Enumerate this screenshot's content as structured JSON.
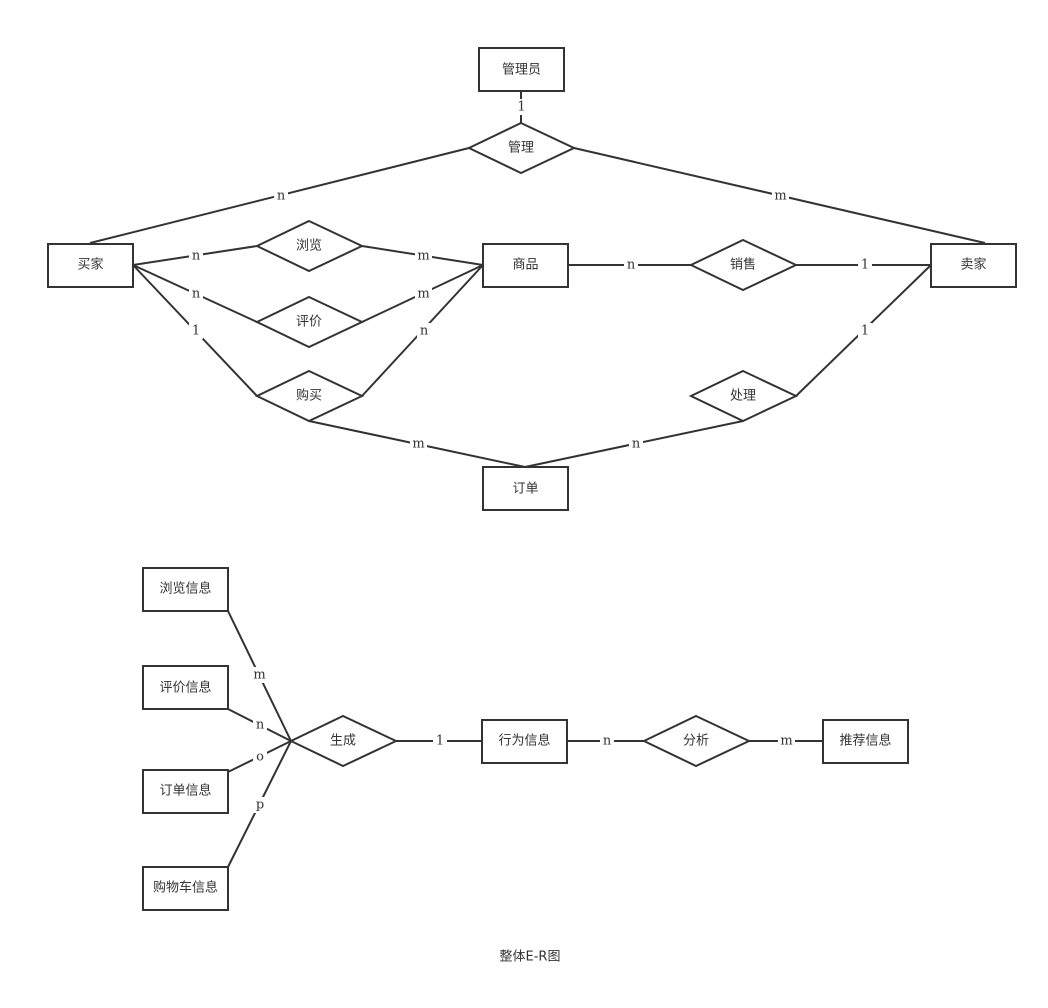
{
  "caption": "整体E-R图",
  "entities": {
    "admin": "管理员",
    "buyer": "买家",
    "product": "商品",
    "seller": "卖家",
    "order": "订单",
    "browse_info": "浏览信息",
    "review_info": "评价信息",
    "order_info": "订单信息",
    "cart_info": "购物车信息",
    "behavior_info": "行为信息",
    "recommend_info": "推荐信息"
  },
  "relationships": {
    "manage": "管理",
    "browse": "浏览",
    "review": "评价",
    "purchase": "购买",
    "sell": "销售",
    "handle": "处理",
    "generate": "生成",
    "analyze": "分析"
  },
  "cardinalities": {
    "admin_manage": "1",
    "manage_buyer": "n",
    "manage_seller": "m",
    "buyer_browse": "n",
    "browse_product": "m",
    "buyer_review": "n",
    "review_product": "m",
    "buyer_purchase": "1",
    "purchase_product": "n",
    "product_sell": "n",
    "sell_seller": "1",
    "seller_handle": "1",
    "purchase_order": "m",
    "handle_order": "n",
    "browseinfo_generate": "m",
    "reviewinfo_generate": "n",
    "orderinfo_generate": "o",
    "cartinfo_generate": "p",
    "generate_behavior": "1",
    "behavior_analyze": "n",
    "analyze_recommend": "m"
  }
}
